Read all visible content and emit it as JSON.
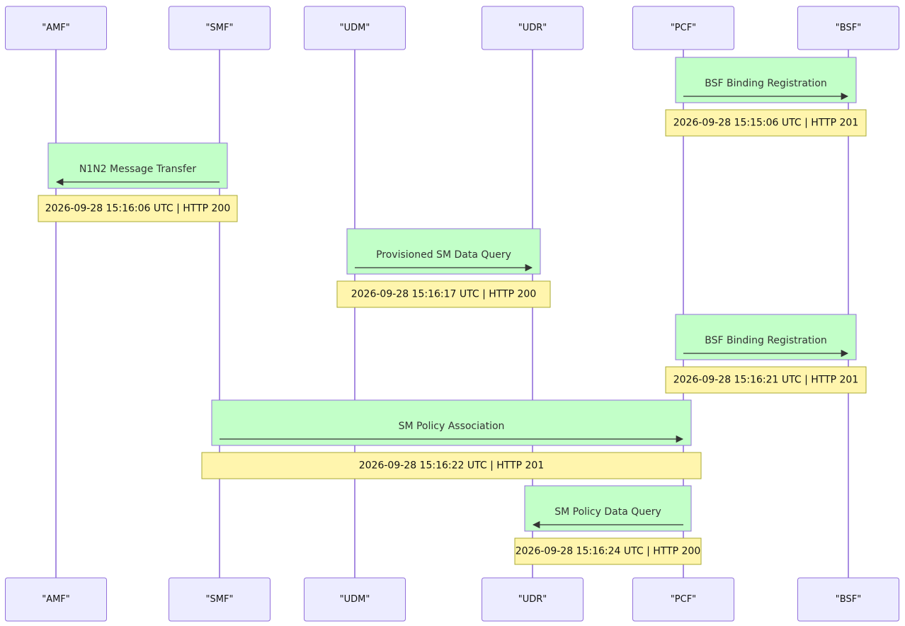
{
  "actors": [
    {
      "id": "AMF",
      "label": "\"AMF\""
    },
    {
      "id": "SMF",
      "label": "\"SMF\""
    },
    {
      "id": "UDM",
      "label": "\"UDM\""
    },
    {
      "id": "UDR",
      "label": "\"UDR\""
    },
    {
      "id": "PCF",
      "label": "\"PCF\""
    },
    {
      "id": "BSF",
      "label": "\"BSF\""
    }
  ],
  "messages": [
    {
      "from": "PCF",
      "to": "BSF",
      "label": "BSF Binding Registration",
      "note": "2026-09-28 15:15:06 UTC | HTTP 201"
    },
    {
      "from": "SMF",
      "to": "AMF",
      "label": "N1N2 Message Transfer",
      "note": "2026-09-28 15:16:06 UTC | HTTP 200"
    },
    {
      "from": "UDM",
      "to": "UDR",
      "label": "Provisioned SM Data Query",
      "note": "2026-09-28 15:16:17 UTC | HTTP 200"
    },
    {
      "from": "PCF",
      "to": "BSF",
      "label": "BSF Binding Registration",
      "note": "2026-09-28 15:16:21 UTC | HTTP 201"
    },
    {
      "from": "SMF",
      "to": "PCF",
      "label": "SM Policy Association",
      "note": "2026-09-28 15:16:22 UTC | HTTP 201"
    },
    {
      "from": "PCF",
      "to": "UDR",
      "label": "SM Policy Data Query",
      "note": "2026-09-28 15:16:24 UTC | HTTP 200"
    }
  ],
  "colors": {
    "actor_fill": "#ECECFF",
    "actor_stroke": "#9370DB",
    "lifeline": "#9370DB",
    "rect_fill": "#C2FFC8",
    "note_fill": "#FFF5AD",
    "note_stroke": "#AAAA33",
    "arrow": "#333333"
  }
}
